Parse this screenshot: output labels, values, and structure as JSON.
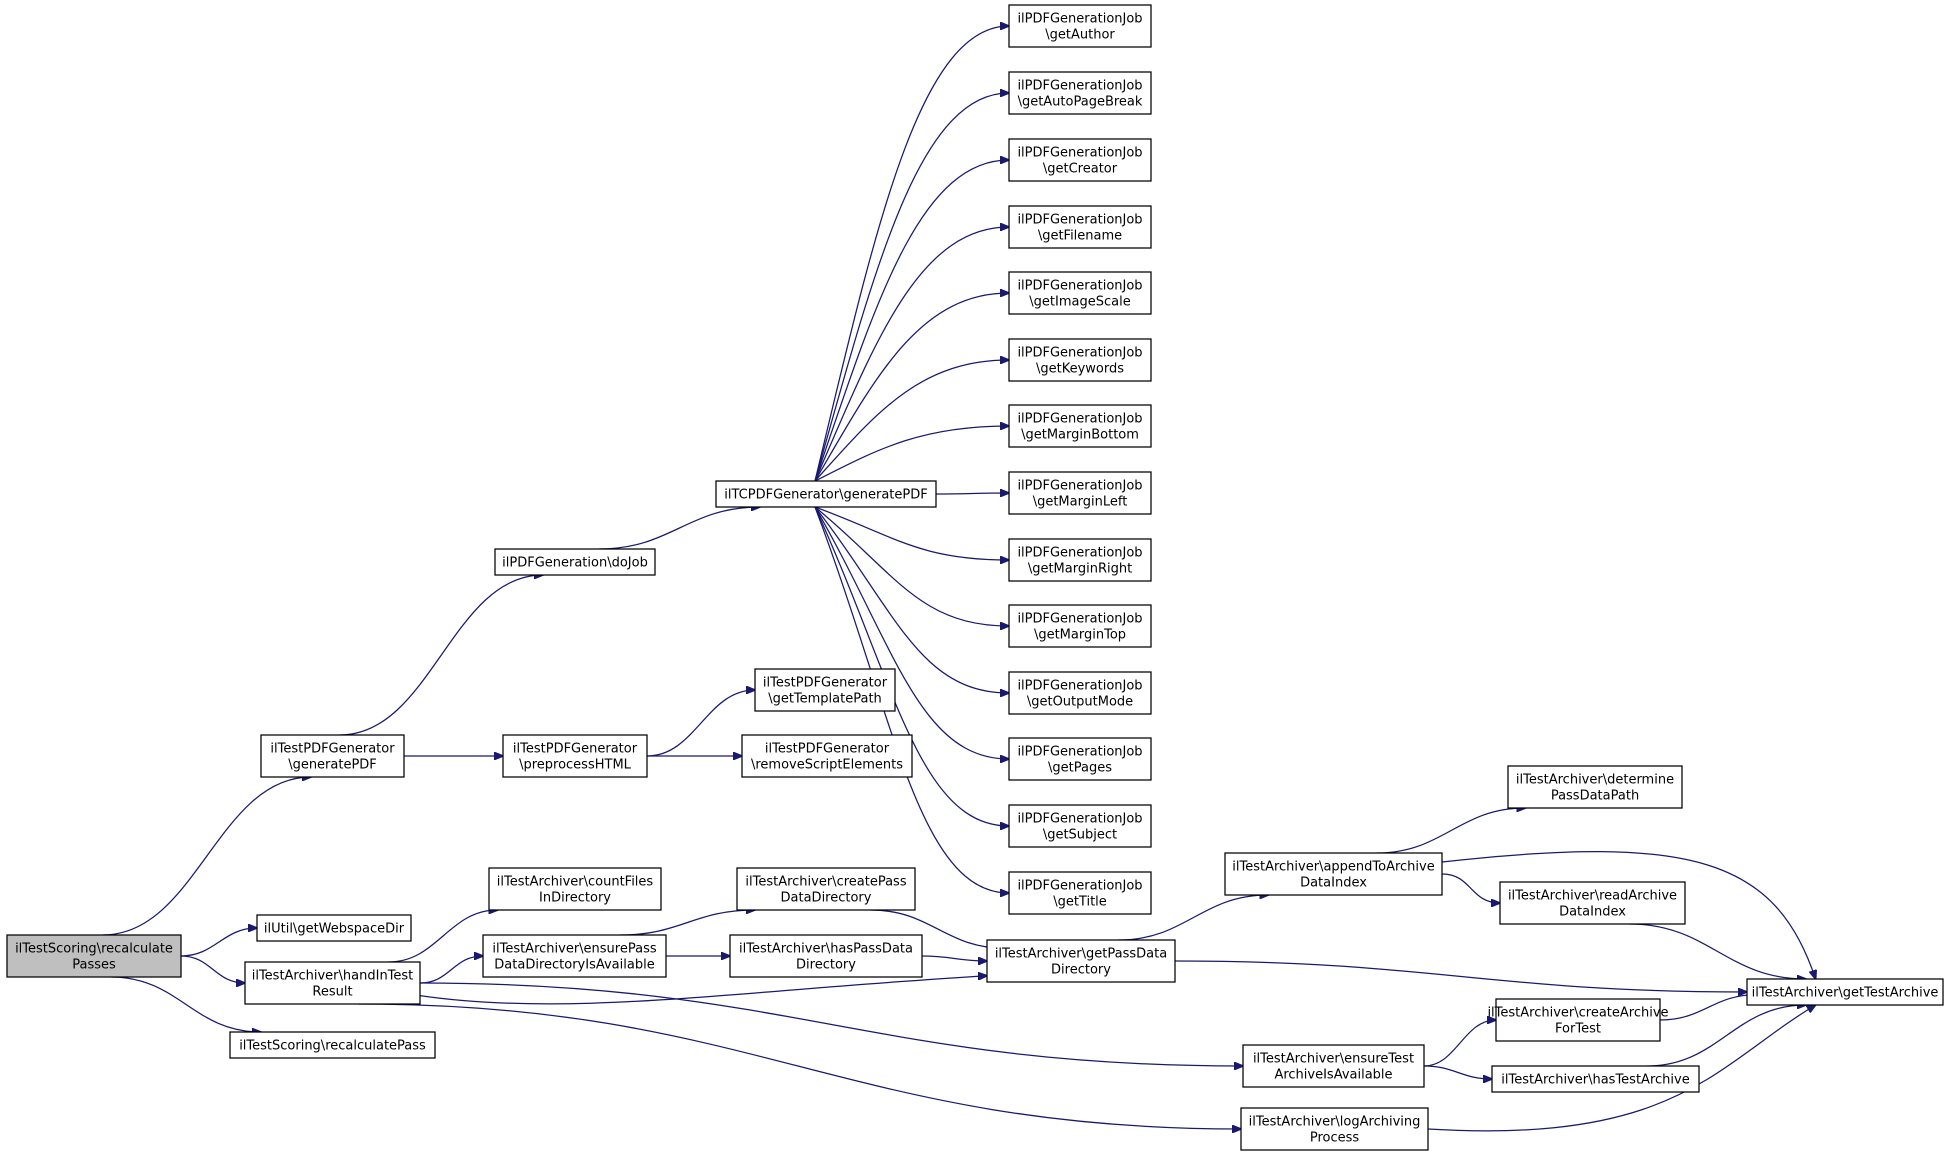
{
  "colors": {
    "edge": "#191970",
    "node_border": "#000000",
    "root_fill": "#bfbfbf",
    "node_fill": "#ffffff"
  },
  "nodes": [
    {
      "id": "n0",
      "lines": [
        "ilTestScoring\\recalculate",
        "Passes"
      ],
      "root": true
    },
    {
      "id": "n1",
      "lines": [
        "ilTestPDFGenerator",
        "\\generatePDF"
      ]
    },
    {
      "id": "n2",
      "lines": [
        "ilUtil\\getWebspaceDir"
      ]
    },
    {
      "id": "n3",
      "lines": [
        "ilTestArchiver\\handInTest",
        "Result"
      ]
    },
    {
      "id": "n4",
      "lines": [
        "ilTestScoring\\recalculatePass"
      ]
    },
    {
      "id": "n5",
      "lines": [
        "ilPDFGeneration\\doJob"
      ]
    },
    {
      "id": "n6",
      "lines": [
        "ilTestPDFGenerator",
        "\\preprocessHTML"
      ]
    },
    {
      "id": "n7",
      "lines": [
        "ilTCPDFGenerator\\generatePDF"
      ]
    },
    {
      "id": "n8",
      "lines": [
        "ilPDFGenerationJob",
        "\\getAuthor"
      ]
    },
    {
      "id": "n9",
      "lines": [
        "ilPDFGenerationJob",
        "\\getAutoPageBreak"
      ]
    },
    {
      "id": "n10",
      "lines": [
        "ilPDFGenerationJob",
        "\\getCreator"
      ]
    },
    {
      "id": "n11",
      "lines": [
        "ilPDFGenerationJob",
        "\\getFilename"
      ]
    },
    {
      "id": "n12",
      "lines": [
        "ilPDFGenerationJob",
        "\\getImageScale"
      ]
    },
    {
      "id": "n13",
      "lines": [
        "ilPDFGenerationJob",
        "\\getKeywords"
      ]
    },
    {
      "id": "n14",
      "lines": [
        "ilPDFGenerationJob",
        "\\getMarginBottom"
      ]
    },
    {
      "id": "n15",
      "lines": [
        "ilPDFGenerationJob",
        "\\getMarginLeft"
      ]
    },
    {
      "id": "n16",
      "lines": [
        "ilPDFGenerationJob",
        "\\getMarginRight"
      ]
    },
    {
      "id": "n17",
      "lines": [
        "ilPDFGenerationJob",
        "\\getMarginTop"
      ]
    },
    {
      "id": "n18",
      "lines": [
        "ilPDFGenerationJob",
        "\\getOutputMode"
      ]
    },
    {
      "id": "n19",
      "lines": [
        "ilPDFGenerationJob",
        "\\getPages"
      ]
    },
    {
      "id": "n20",
      "lines": [
        "ilPDFGenerationJob",
        "\\getSubject"
      ]
    },
    {
      "id": "n21",
      "lines": [
        "ilPDFGenerationJob",
        "\\getTitle"
      ]
    },
    {
      "id": "n22",
      "lines": [
        "ilTestPDFGenerator",
        "\\getTemplatePath"
      ]
    },
    {
      "id": "n23",
      "lines": [
        "ilTestPDFGenerator",
        "\\removeScriptElements"
      ]
    },
    {
      "id": "n24",
      "lines": [
        "ilTestArchiver\\countFiles",
        "InDirectory"
      ]
    },
    {
      "id": "n25",
      "lines": [
        "ilTestArchiver\\ensurePass",
        "DataDirectoryIsAvailable"
      ]
    },
    {
      "id": "n26",
      "lines": [
        "ilTestArchiver\\createPass",
        "DataDirectory"
      ]
    },
    {
      "id": "n27",
      "lines": [
        "ilTestArchiver\\hasPassData",
        "Directory"
      ]
    },
    {
      "id": "n28",
      "lines": [
        "ilTestArchiver\\getPassData",
        "Directory"
      ]
    },
    {
      "id": "n29",
      "lines": [
        "ilTestArchiver\\appendToArchive",
        "DataIndex"
      ]
    },
    {
      "id": "n30",
      "lines": [
        "ilTestArchiver\\determine",
        "PassDataPath"
      ]
    },
    {
      "id": "n31",
      "lines": [
        "ilTestArchiver\\readArchive",
        "DataIndex"
      ]
    },
    {
      "id": "n32",
      "lines": [
        "ilTestArchiver\\getTestArchive"
      ]
    },
    {
      "id": "n33",
      "lines": [
        "ilTestArchiver\\createArchive",
        "ForTest"
      ]
    },
    {
      "id": "n34",
      "lines": [
        "ilTestArchiver\\ensureTest",
        "ArchiveIsAvailable"
      ]
    },
    {
      "id": "n35",
      "lines": [
        "ilTestArchiver\\hasTestArchive"
      ]
    },
    {
      "id": "n36",
      "lines": [
        "ilTestArchiver\\logArchiving",
        "Process"
      ]
    }
  ],
  "edges": [
    [
      "n0",
      "n1"
    ],
    [
      "n0",
      "n2"
    ],
    [
      "n0",
      "n3"
    ],
    [
      "n0",
      "n4"
    ],
    [
      "n1",
      "n5"
    ],
    [
      "n1",
      "n6"
    ],
    [
      "n5",
      "n7"
    ],
    [
      "n7",
      "n8"
    ],
    [
      "n7",
      "n9"
    ],
    [
      "n7",
      "n10"
    ],
    [
      "n7",
      "n11"
    ],
    [
      "n7",
      "n12"
    ],
    [
      "n7",
      "n13"
    ],
    [
      "n7",
      "n14"
    ],
    [
      "n7",
      "n15"
    ],
    [
      "n7",
      "n16"
    ],
    [
      "n7",
      "n17"
    ],
    [
      "n7",
      "n18"
    ],
    [
      "n7",
      "n19"
    ],
    [
      "n7",
      "n20"
    ],
    [
      "n7",
      "n21"
    ],
    [
      "n6",
      "n22"
    ],
    [
      "n6",
      "n23"
    ],
    [
      "n3",
      "n24"
    ],
    [
      "n3",
      "n25"
    ],
    [
      "n3",
      "n28"
    ],
    [
      "n3",
      "n34"
    ],
    [
      "n3",
      "n36"
    ],
    [
      "n25",
      "n26"
    ],
    [
      "n25",
      "n27"
    ],
    [
      "n26",
      "n28"
    ],
    [
      "n27",
      "n28"
    ],
    [
      "n28",
      "n29"
    ],
    [
      "n28",
      "n32"
    ],
    [
      "n29",
      "n30"
    ],
    [
      "n29",
      "n31"
    ],
    [
      "n29",
      "n32"
    ],
    [
      "n31",
      "n32"
    ],
    [
      "n34",
      "n33"
    ],
    [
      "n34",
      "n35"
    ],
    [
      "n33",
      "n32"
    ],
    [
      "n35",
      "n32"
    ],
    [
      "n36",
      "n32"
    ]
  ]
}
